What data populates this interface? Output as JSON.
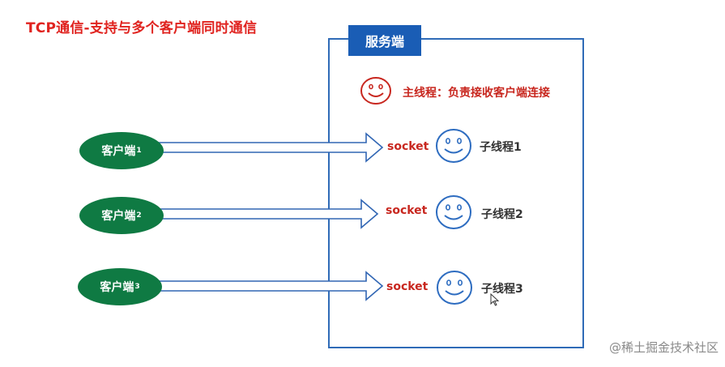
{
  "title": "TCP通信-支持与多个客户端同时通信",
  "server": {
    "label": "服务端",
    "main_thread": "主线程：负责接收客户端连接"
  },
  "clients": [
    {
      "label": "客户端",
      "index": "1"
    },
    {
      "label": "客户端",
      "index": "2"
    },
    {
      "label": "客户端",
      "index": "3"
    }
  ],
  "sockets": [
    "socket",
    "socket",
    "socket"
  ],
  "threads": [
    "子线程1",
    "子线程2",
    "子线程3"
  ],
  "watermark": "@稀土掘金技术社区",
  "colors": {
    "title": "#e0231f",
    "server_border": "#2f6bb7",
    "server_tab": "#1a5db5",
    "client_fill": "#0f7a43",
    "socket_text": "#c8271f",
    "main_face": "#c8271f",
    "thread_face": "#2d6cc0"
  }
}
